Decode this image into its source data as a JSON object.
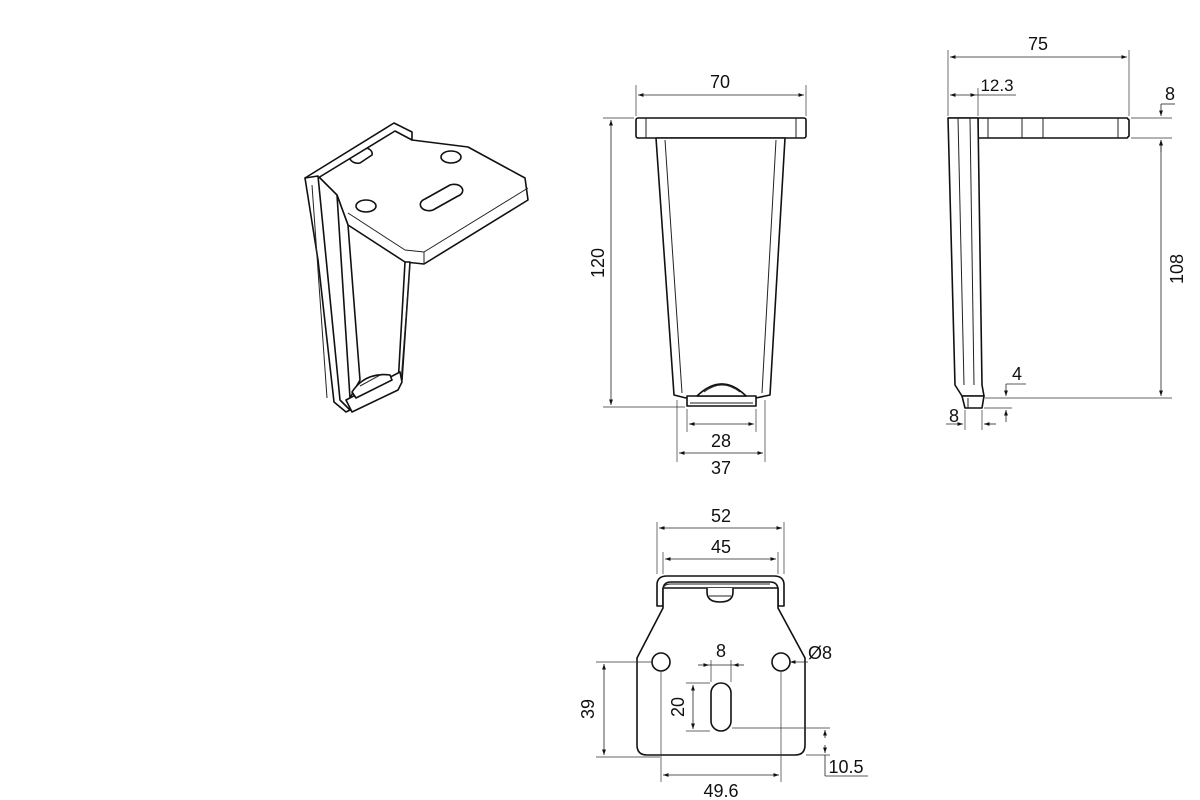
{
  "front_view": {
    "top_width": "70",
    "height": "120",
    "foot_width_inner": "28",
    "foot_width_outer": "37"
  },
  "side_view": {
    "overall_depth": "75",
    "wall_offset": "12.3",
    "plate_thickness": "8",
    "leg_height": "108",
    "foot_step": "4",
    "foot_thickness": "8"
  },
  "top_view": {
    "outer_width": "52",
    "inner_width": "45",
    "hole_spacing": "49.6",
    "hole_diameter": "Ø8",
    "slot_width": "8",
    "slot_length": "20",
    "hole_height": "39",
    "slot_offset": "10.5"
  }
}
